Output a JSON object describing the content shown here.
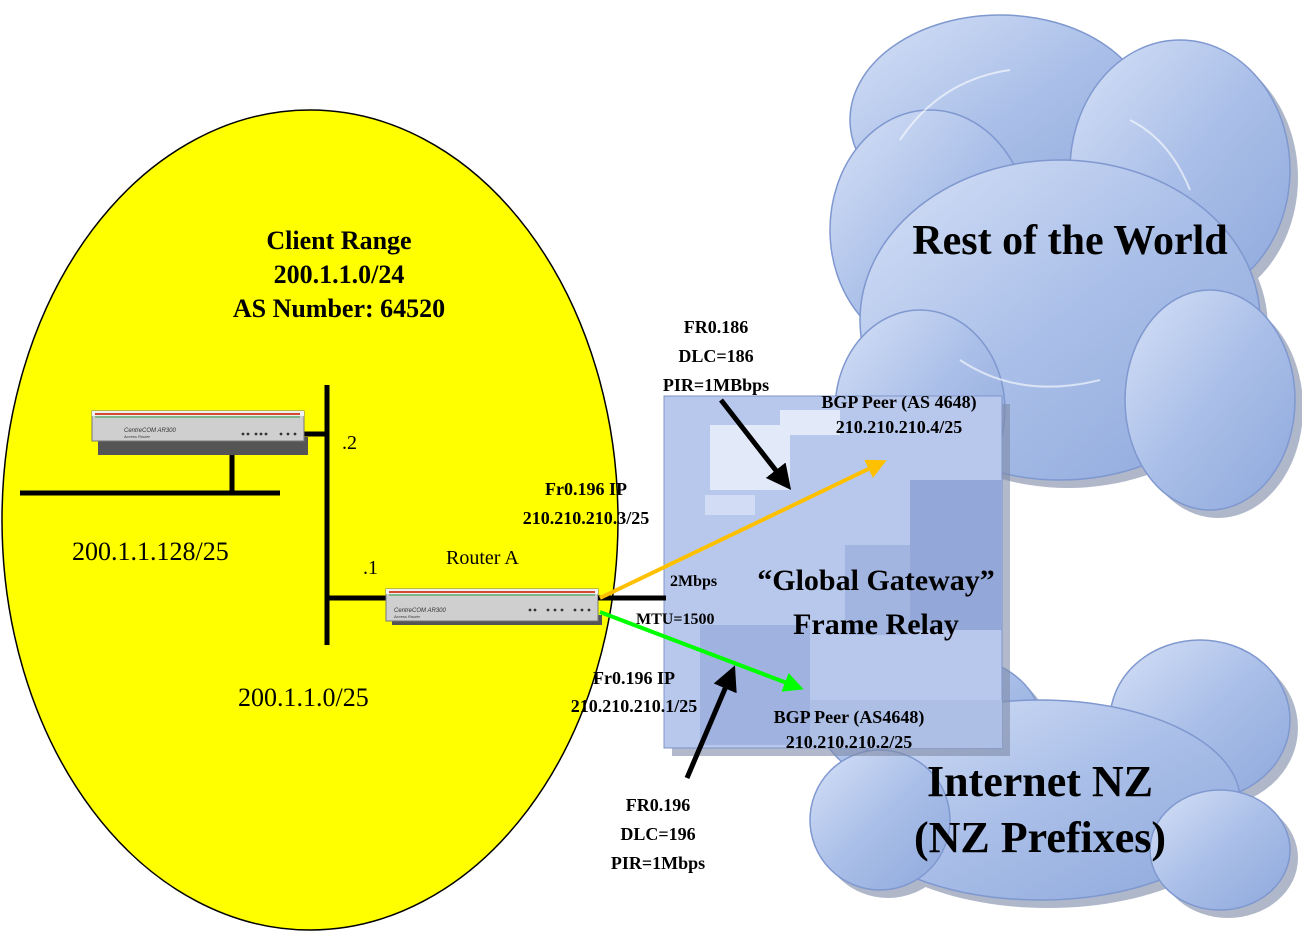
{
  "client": {
    "title": "Client Range",
    "range": "200.1.1.0/24",
    "as_number": "AS Number: 64520"
  },
  "lan_upper": {
    "subnet": "200.1.1.128/25",
    "router_ip": ".2"
  },
  "lan_lower": {
    "subnet": "200.1.1.0/25",
    "router_ip": ".1"
  },
  "router_a": {
    "label": "Router A"
  },
  "router_brand": "CentreCOM AR300",
  "router_subtitle": "Access Router",
  "frame_relay": {
    "name_line1": "“Global Gateway”",
    "name_line2": "Frame Relay",
    "speed": "2Mbps",
    "mtu": "MTU=1500"
  },
  "pvc_186": {
    "line1": "FR0.186",
    "line2": "DLC=186",
    "line3": "PIR=1MBbps"
  },
  "pvc_196": {
    "line1": "FR0.196",
    "line2": "DLC=196",
    "line3": "PIR=1Mbps"
  },
  "fr_ip_upper": {
    "line1": "Fr0.196 IP",
    "line2": "210.210.210.3/25"
  },
  "fr_ip_lower": {
    "line1": "Fr0.196 IP",
    "line2": "210.210.210.1/25"
  },
  "bgp_peer_upper": {
    "line1": "BGP Peer (AS 4648)",
    "line2": "210.210.210.4/25"
  },
  "bgp_peer_lower": {
    "line1": "BGP Peer (AS4648)",
    "line2": "210.210.210.2/25"
  },
  "cloud_world": {
    "label": "Rest of the World"
  },
  "cloud_nz": {
    "line1": "Internet NZ",
    "line2": "(NZ Prefixes)"
  },
  "colors": {
    "client_circle": "#ffff00",
    "cloud": "#a9bde6",
    "frame_relay_box": "#b8c8ec",
    "upper_link": "#ffc000",
    "lower_link": "#00ff00"
  }
}
